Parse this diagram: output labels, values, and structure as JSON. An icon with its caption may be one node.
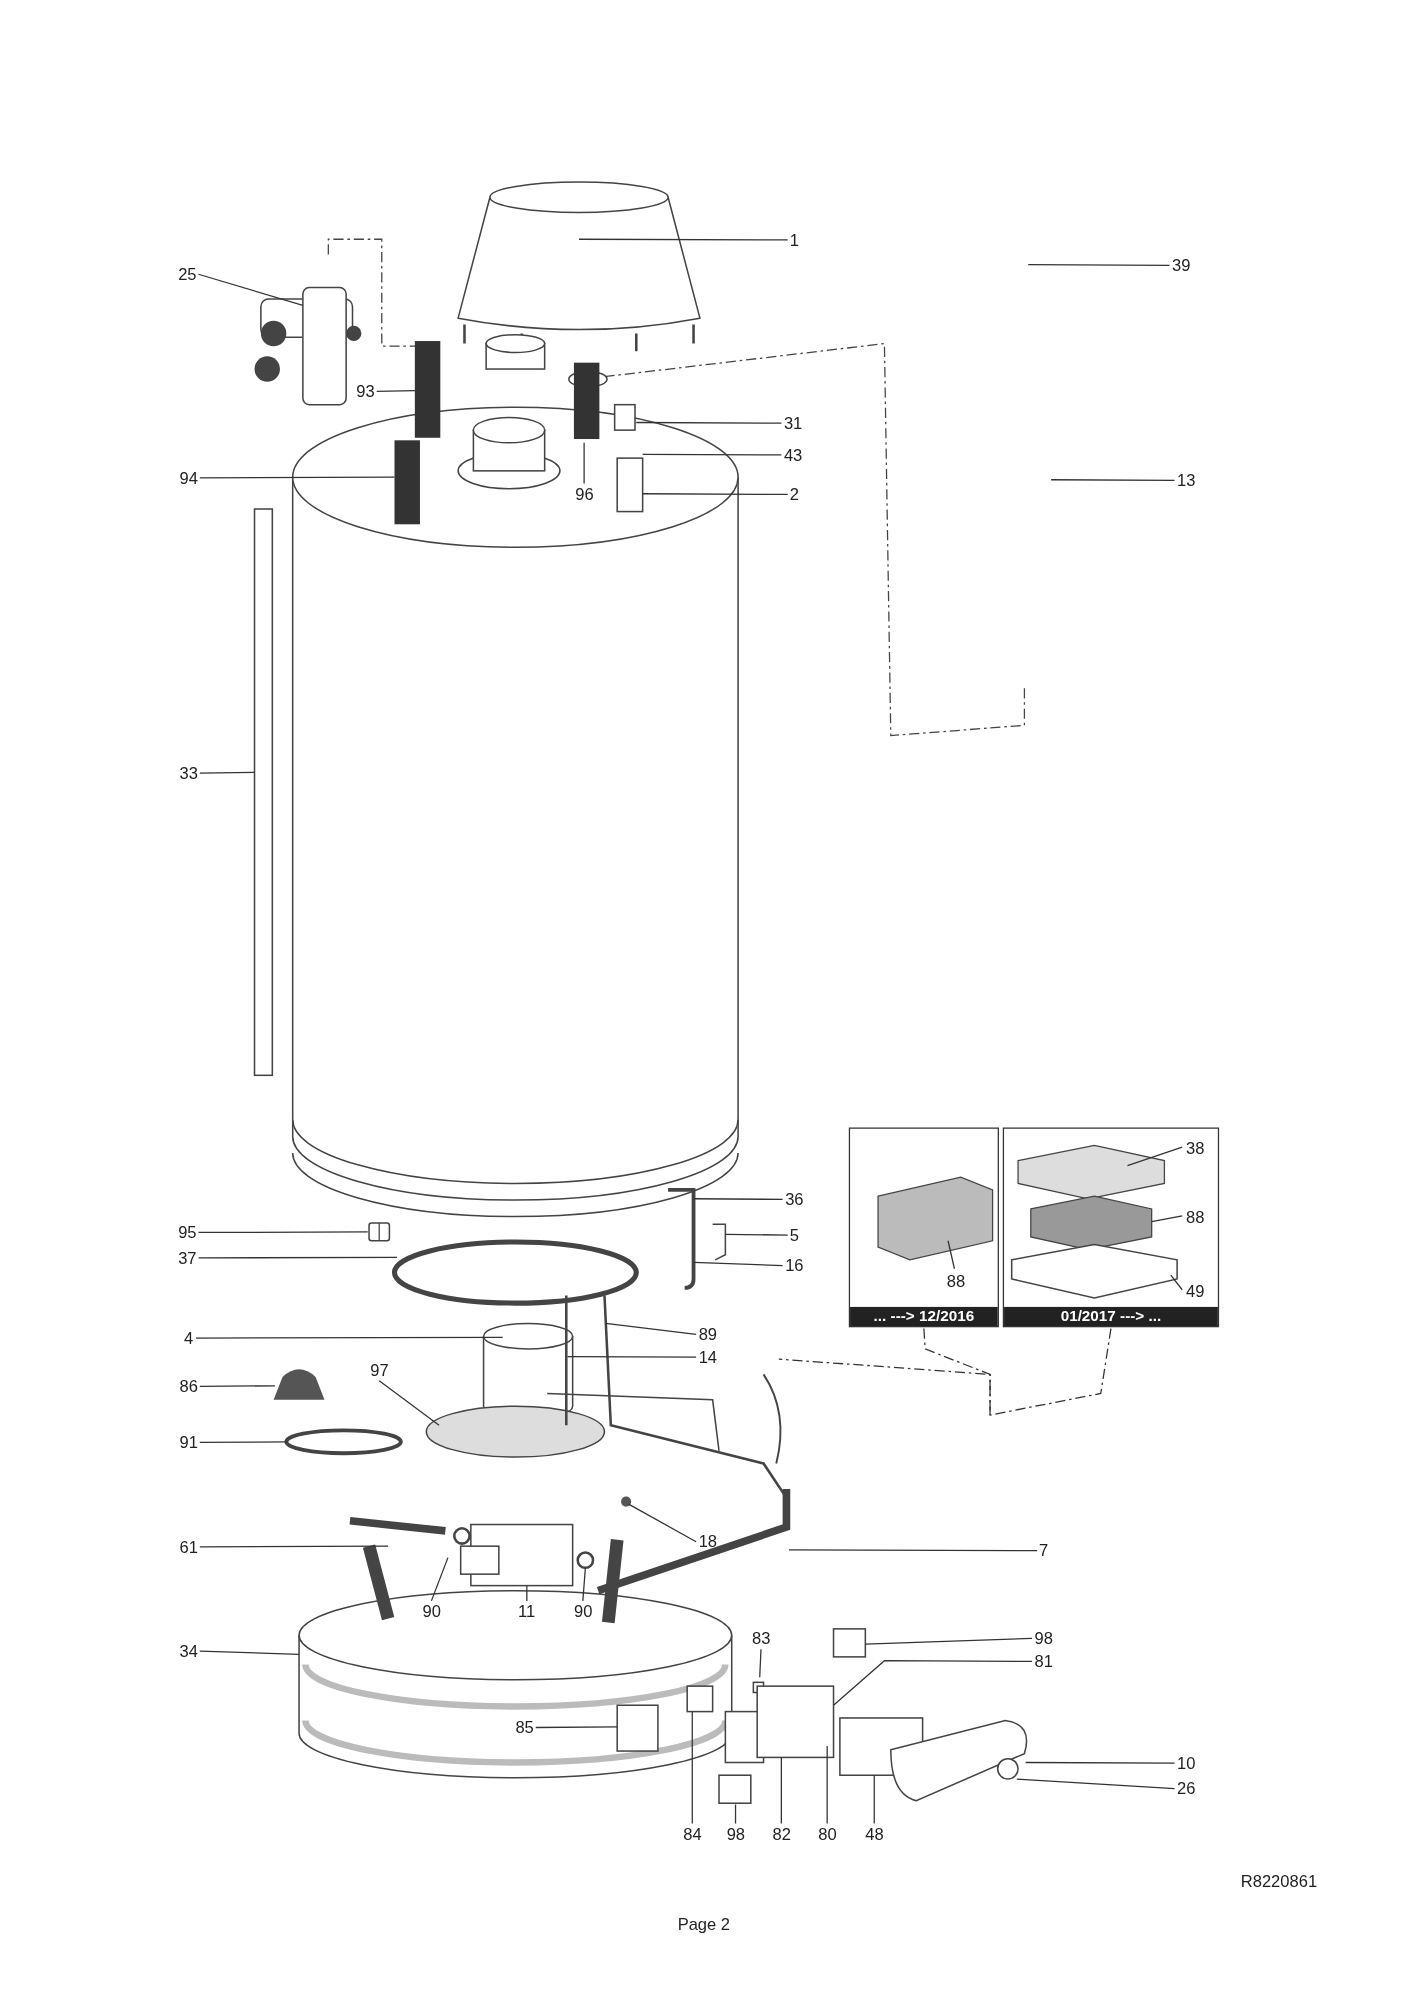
{
  "diagram": {
    "nodes": [
      {
        "text": [
          "1"
        ]
      },
      {
        "text": [
          "39"
        ]
      },
      {
        "text": [
          "25"
        ]
      },
      {
        "text": [
          "93"
        ]
      },
      {
        "text": [
          "31"
        ]
      },
      {
        "text": [
          "43"
        ]
      },
      {
        "text": [
          "94"
        ]
      },
      {
        "text": [
          "13"
        ]
      },
      {
        "text": [
          "96"
        ]
      },
      {
        "text": [
          "2"
        ]
      },
      {
        "text": [
          "33"
        ]
      },
      {
        "text": [
          "... ---> 12/2016"
        ]
      },
      {
        "text": [
          "01/2017 ---> ..."
        ]
      },
      {
        "text": [
          "38"
        ],
        "in": 12
      },
      {
        "text": [
          "88"
        ],
        "in": 12
      },
      {
        "text": [
          "88"
        ],
        "in": 11
      },
      {
        "text": [
          "49"
        ],
        "in": 12
      },
      {
        "text": [
          "36"
        ]
      },
      {
        "text": [
          "95"
        ]
      },
      {
        "text": [
          "5"
        ]
      },
      {
        "text": [
          "37"
        ]
      },
      {
        "text": [
          "16"
        ]
      },
      {
        "text": [
          "89"
        ]
      },
      {
        "text": [
          "4"
        ]
      },
      {
        "text": [
          "14"
        ]
      },
      {
        "text": [
          "97"
        ]
      },
      {
        "text": [
          "86"
        ]
      },
      {
        "text": [
          "91"
        ]
      },
      {
        "text": [
          "18"
        ]
      },
      {
        "text": [
          "61"
        ]
      },
      {
        "text": [
          "7"
        ]
      },
      {
        "text": [
          "90"
        ]
      },
      {
        "text": [
          "11"
        ]
      },
      {
        "text": [
          "90"
        ]
      },
      {
        "text": [
          "83"
        ]
      },
      {
        "text": [
          "98"
        ]
      },
      {
        "text": [
          "34"
        ]
      },
      {
        "text": [
          "81"
        ]
      },
      {
        "text": [
          "85"
        ]
      },
      {
        "text": [
          "10"
        ]
      },
      {
        "text": [
          "26"
        ]
      },
      {
        "text": [
          "84"
        ]
      },
      {
        "text": [
          "98"
        ]
      },
      {
        "text": [
          "82"
        ]
      },
      {
        "text": [
          "80"
        ]
      },
      {
        "text": [
          "48"
        ]
      }
    ],
    "edges": [
      {
        "from": 0,
        "to": null,
        "arrow": "none"
      },
      {
        "from": 1,
        "to": null,
        "arrow": "none"
      },
      {
        "from": 2,
        "to": null,
        "arrow": "none"
      },
      {
        "from": 3,
        "to": null,
        "arrow": "none"
      },
      {
        "from": 4,
        "to": null,
        "arrow": "none"
      },
      {
        "from": 5,
        "to": null,
        "arrow": "none"
      },
      {
        "from": 6,
        "to": null,
        "arrow": "none"
      },
      {
        "from": 7,
        "to": null,
        "arrow": "none"
      },
      {
        "from": 8,
        "to": null,
        "arrow": "none"
      },
      {
        "from": 9,
        "to": null,
        "arrow": "none"
      },
      {
        "from": 10,
        "to": null,
        "arrow": "none"
      },
      {
        "from": 11,
        "to": null,
        "arrow": "none",
        "style": "dashed"
      },
      {
        "from": 12,
        "to": null,
        "arrow": "none",
        "style": "dashed"
      },
      {
        "from": 13,
        "to": null,
        "arrow": "none"
      },
      {
        "from": 14,
        "to": null,
        "arrow": "none"
      },
      {
        "from": 15,
        "to": null,
        "arrow": "none"
      },
      {
        "from": 16,
        "to": null,
        "arrow": "none"
      },
      {
        "from": 17,
        "to": null,
        "arrow": "none"
      },
      {
        "from": 18,
        "to": null,
        "arrow": "none"
      },
      {
        "from": 19,
        "to": null,
        "arrow": "none"
      },
      {
        "from": 20,
        "to": null,
        "arrow": "none"
      },
      {
        "from": 21,
        "to": null,
        "arrow": "none"
      },
      {
        "from": 22,
        "to": null,
        "arrow": "none"
      },
      {
        "from": 23,
        "to": null,
        "arrow": "none"
      },
      {
        "from": 24,
        "to": null,
        "arrow": "none"
      },
      {
        "from": 25,
        "to": null,
        "arrow": "none"
      },
      {
        "from": 26,
        "to": null,
        "arrow": "none"
      },
      {
        "from": 27,
        "to": null,
        "arrow": "none"
      },
      {
        "from": 28,
        "to": null,
        "arrow": "none"
      },
      {
        "from": 29,
        "to": null,
        "arrow": "none"
      },
      {
        "from": 30,
        "to": null,
        "arrow": "none"
      },
      {
        "from": 31,
        "to": null,
        "arrow": "none"
      },
      {
        "from": 32,
        "to": null,
        "arrow": "none"
      },
      {
        "from": 33,
        "to": null,
        "arrow": "none"
      },
      {
        "from": 34,
        "to": null,
        "arrow": "none"
      },
      {
        "from": 35,
        "to": null,
        "arrow": "none"
      },
      {
        "from": 36,
        "to": null,
        "arrow": "none"
      },
      {
        "from": 37,
        "to": null,
        "arrow": "none"
      },
      {
        "from": 38,
        "to": null,
        "arrow": "none"
      },
      {
        "from": 39,
        "to": null,
        "arrow": "none"
      },
      {
        "from": 40,
        "to": null,
        "arrow": "none"
      },
      {
        "from": 41,
        "to": null,
        "arrow": "none"
      },
      {
        "from": 42,
        "to": null,
        "arrow": "none"
      },
      {
        "from": 43,
        "to": null,
        "arrow": "none"
      },
      {
        "from": 44,
        "to": null,
        "arrow": "none"
      },
      {
        "from": 45,
        "to": null,
        "arrow": "none"
      }
    ],
    "labels": [
      "R8220861",
      "Page 2"
    ]
  }
}
